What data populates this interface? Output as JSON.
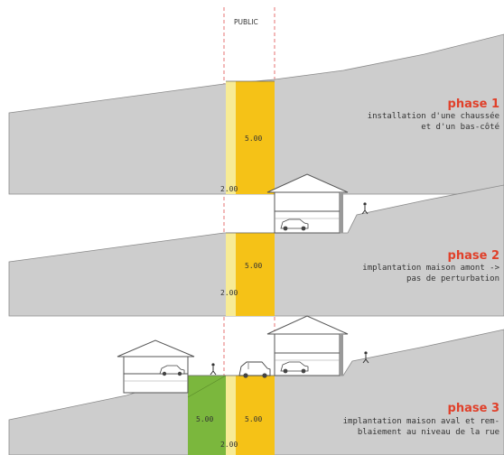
{
  "public_label": "PUBLIC",
  "colors": {
    "ground": "#cdcdcd",
    "ground_edge": "#8a8a8a",
    "road_yellow": "#f5c217",
    "verge_yellow": "#f7eb95",
    "green_fill": "#7bb73d",
    "phase_title": "#e0402a",
    "dashed_line": "#e05050"
  },
  "phases": [
    {
      "title": "phase 1",
      "description": [
        "installation d'une chaussée",
        "et d'un bas-côté"
      ],
      "road_width": "5.00",
      "verge_width": "2.00"
    },
    {
      "title": "phase 2",
      "description": [
        "implantation maison amont ->",
        "pas de perturbation"
      ],
      "road_width": "5.00",
      "verge_width": "2.00"
    },
    {
      "title": "phase 3",
      "description": [
        "implantation maison aval et rem-",
        "blaiement au niveau de la rue"
      ],
      "road_width": "5.00",
      "left_width": "5.00",
      "verge_width": "2.00"
    }
  ]
}
